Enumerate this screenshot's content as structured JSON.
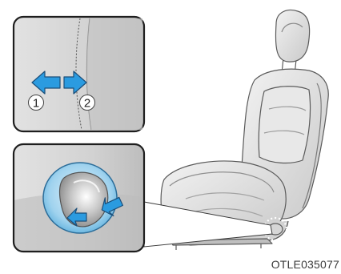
{
  "figure": {
    "inset_top": {
      "labels": [
        "1",
        "2"
      ],
      "arrows": [
        "arrow-left-icon",
        "arrow-right-icon"
      ]
    },
    "inset_bottom": {
      "arrows": [
        "push-arrow-icon",
        "push-arrow-icon"
      ]
    },
    "seat": "car-seat-illustration",
    "code": "OTLE035077"
  },
  "colors": {
    "arrow": "#2b9be0",
    "arrow_edge": "#1b4f7a",
    "frame": "#1e1e1e",
    "panel": "#d8d8d8",
    "seat": "#e2e2e2",
    "seat_edge": "#5a5a5a"
  }
}
